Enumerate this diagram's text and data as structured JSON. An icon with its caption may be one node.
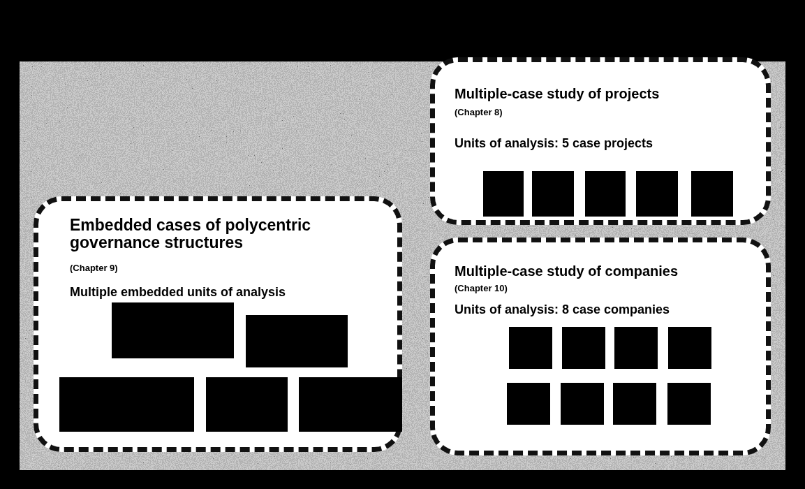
{
  "diagram": {
    "nodes": [
      {
        "text": [
          "Embedded cases of polycentric governance structures",
          "(Chapter 9)",
          "Multiple embedded units of analysis"
        ]
      },
      {
        "text": [],
        "shape": "box",
        "in": 0
      },
      {
        "text": [],
        "shape": "box",
        "in": 0
      },
      {
        "text": [],
        "shape": "box",
        "in": 0
      },
      {
        "text": [],
        "shape": "box",
        "in": 0
      },
      {
        "text": [],
        "shape": "box",
        "in": 0
      },
      {
        "text": [
          "Multiple-case study of projects",
          "(Chapter 8)",
          "Units of analysis:  5 case projects"
        ]
      },
      {
        "text": [],
        "shape": "box",
        "in": 6
      },
      {
        "text": [],
        "shape": "box",
        "in": 6
      },
      {
        "text": [],
        "shape": "box",
        "in": 6
      },
      {
        "text": [],
        "shape": "box",
        "in": 6
      },
      {
        "text": [],
        "shape": "box",
        "in": 6
      },
      {
        "text": [
          "Multiple-case study of companies",
          "(Chapter 10)",
          "Units of analysis:  8 case companies"
        ]
      },
      {
        "text": [],
        "shape": "box",
        "in": 12
      },
      {
        "text": [],
        "shape": "box",
        "in": 12
      },
      {
        "text": [],
        "shape": "box",
        "in": 12
      },
      {
        "text": [],
        "shape": "box",
        "in": 12
      },
      {
        "text": [],
        "shape": "box",
        "in": 12
      },
      {
        "text": [],
        "shape": "box",
        "in": 12
      },
      {
        "text": [],
        "shape": "box",
        "in": 12
      },
      {
        "text": [],
        "shape": "box",
        "in": 12
      }
    ],
    "edges": []
  }
}
